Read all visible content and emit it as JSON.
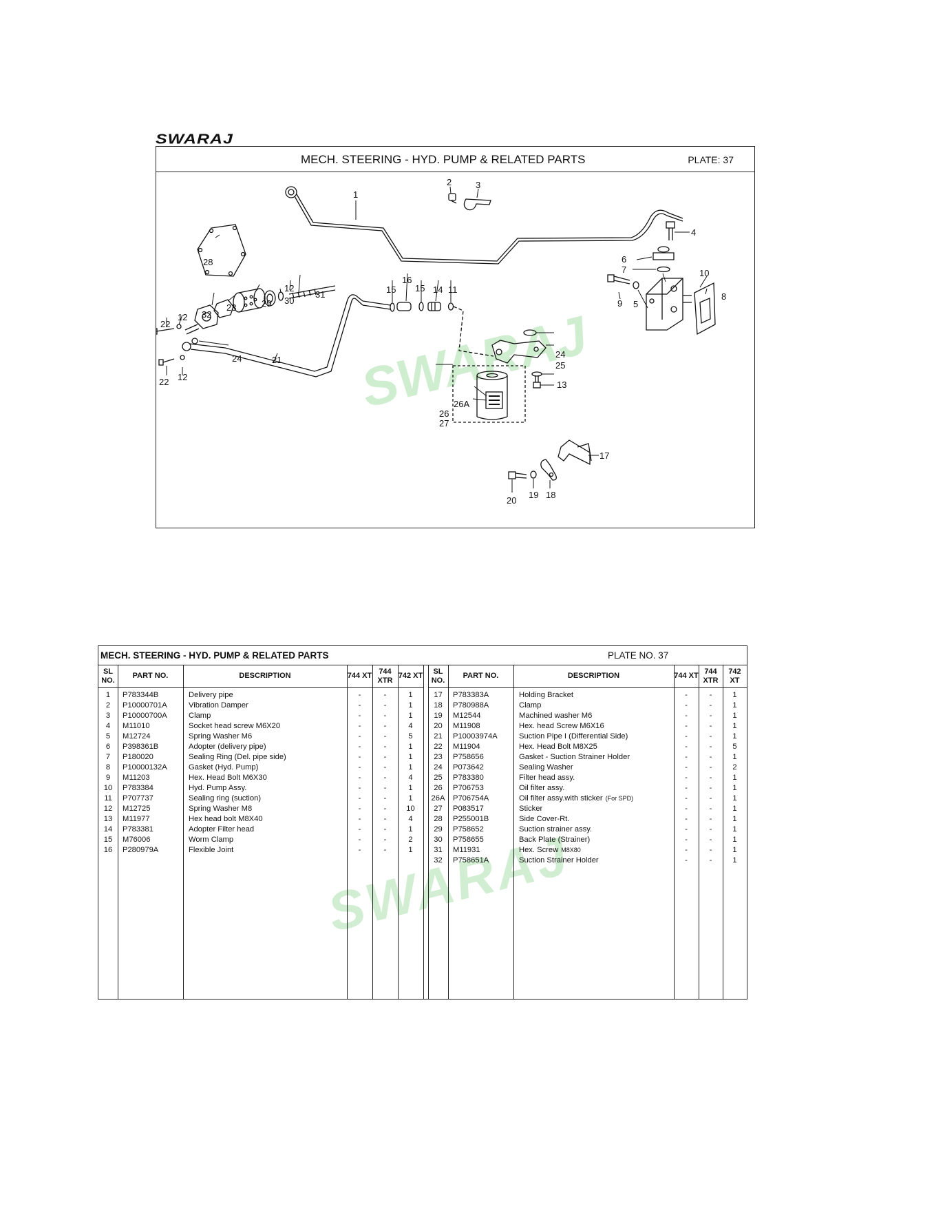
{
  "brand": "SWARAJ",
  "plate": {
    "title": "MECH. STEERING - HYD. PUMP & RELATED PARTS",
    "plate_label": "PLATE: 37"
  },
  "diagram_callouts": [
    "1",
    "2",
    "3",
    "4",
    "5",
    "6",
    "7",
    "8",
    "9",
    "10",
    "11",
    "12",
    "12",
    "12",
    "13",
    "14",
    "15",
    "15",
    "16",
    "17",
    "18",
    "19",
    "20",
    "21",
    "22",
    "22",
    "23",
    "24",
    "24",
    "25",
    "26A",
    "26",
    "27",
    "28",
    "29",
    "30",
    "31",
    "32"
  ],
  "table": {
    "title": "MECH. STEERING - HYD. PUMP & RELATED PARTS",
    "plate_no": "PLATE NO. 37",
    "headers": {
      "sl": "SL NO.",
      "part": "PART NO.",
      "desc": "DESCRIPTION",
      "m1": "744 XT",
      "m2": "744 XTR",
      "m3": "742 XT"
    },
    "left_rows": [
      {
        "sl": "1",
        "part": "P783344B",
        "desc": "Delivery pipe",
        "m1": "-",
        "m2": "-",
        "m3": "1"
      },
      {
        "sl": "2",
        "part": "P10000701A",
        "desc": "Vibration Damper",
        "m1": "-",
        "m2": "-",
        "m3": "1"
      },
      {
        "sl": "3",
        "part": "P10000700A",
        "desc": "Clamp",
        "m1": "-",
        "m2": "-",
        "m3": "1"
      },
      {
        "sl": "4",
        "part": "M11010",
        "desc": "Socket head screw M6X20",
        "m1": "-",
        "m2": "-",
        "m3": "4"
      },
      {
        "sl": "5",
        "part": "M12724",
        "desc": "Spring Washer M6",
        "m1": "-",
        "m2": "-",
        "m3": "5"
      },
      {
        "sl": "6",
        "part": "P398361B",
        "desc": "Adopter (delivery pipe)",
        "m1": "-",
        "m2": "-",
        "m3": "1"
      },
      {
        "sl": "7",
        "part": "P180020",
        "desc": "Sealing Ring (Del. pipe side)",
        "m1": "-",
        "m2": "-",
        "m3": "1"
      },
      {
        "sl": "8",
        "part": "P10000132A",
        "desc": "Gasket (Hyd. Pump)",
        "m1": "-",
        "m2": "-",
        "m3": "1"
      },
      {
        "sl": "9",
        "part": "M11203",
        "desc": "Hex. Head Bolt M6X30",
        "m1": "-",
        "m2": "-",
        "m3": "4"
      },
      {
        "sl": "10",
        "part": "P783384",
        "desc": "Hyd. Pump Assy.",
        "m1": "-",
        "m2": "-",
        "m3": "1"
      },
      {
        "sl": "11",
        "part": "P707737",
        "desc": "Sealing ring (suction)",
        "m1": "-",
        "m2": "-",
        "m3": "1"
      },
      {
        "sl": "12",
        "part": "M12725",
        "desc": "Spring Washer M8",
        "m1": "-",
        "m2": "-",
        "m3": "10"
      },
      {
        "sl": "13",
        "part": "M11977",
        "desc": "Hex head bolt M8X40",
        "m1": "-",
        "m2": "-",
        "m3": "4"
      },
      {
        "sl": "14",
        "part": "P783381",
        "desc": "Adopter Filter head",
        "m1": "-",
        "m2": "-",
        "m3": "1"
      },
      {
        "sl": "15",
        "part": "M76006",
        "desc": "Worm Clamp",
        "m1": "-",
        "m2": "-",
        "m3": "2"
      },
      {
        "sl": "16",
        "part": "P280979A",
        "desc": "Flexible Joint",
        "m1": "-",
        "m2": "-",
        "m3": "1"
      }
    ],
    "right_rows": [
      {
        "sl": "17",
        "part": "P783383A",
        "desc": "Holding Bracket",
        "note": "",
        "m1": "-",
        "m2": "-",
        "m3": "1"
      },
      {
        "sl": "18",
        "part": "P780988A",
        "desc": "Clamp",
        "note": "",
        "m1": "-",
        "m2": "-",
        "m3": "1"
      },
      {
        "sl": "19",
        "part": "M12544",
        "desc": "Machined washer M6",
        "note": "",
        "m1": "-",
        "m2": "-",
        "m3": "1"
      },
      {
        "sl": "20",
        "part": "M11908",
        "desc": "Hex. head Screw M6X16",
        "note": "",
        "m1": "-",
        "m2": "-",
        "m3": "1"
      },
      {
        "sl": "21",
        "part": "P10003974A",
        "desc": "Suction Pipe I (Differential Side)",
        "note": "",
        "m1": "-",
        "m2": "-",
        "m3": "1"
      },
      {
        "sl": "22",
        "part": "M11904",
        "desc": "Hex. Head Bolt M8X25",
        "note": "",
        "m1": "-",
        "m2": "-",
        "m3": "5"
      },
      {
        "sl": "23",
        "part": "P758656",
        "desc": "Gasket - Suction Strainer Holder",
        "note": "",
        "m1": "-",
        "m2": "-",
        "m3": "1"
      },
      {
        "sl": "24",
        "part": "P073642",
        "desc": "Sealing Washer",
        "note": "",
        "m1": "-",
        "m2": "-",
        "m3": "2"
      },
      {
        "sl": "25",
        "part": "P783380",
        "desc": "Filter head assy.",
        "note": "",
        "m1": "-",
        "m2": "-",
        "m3": "1"
      },
      {
        "sl": "26",
        "part": "P706753",
        "desc": "Oil filter assy.",
        "note": "",
        "m1": "-",
        "m2": "-",
        "m3": "1"
      },
      {
        "sl": "26A",
        "part": "P706754A",
        "desc": "Oil filter assy.with sticker",
        "note": "(For SPD)",
        "m1": "-",
        "m2": "-",
        "m3": "1"
      },
      {
        "sl": "27",
        "part": "P083517",
        "desc": "Sticker",
        "note": "",
        "m1": "-",
        "m2": "-",
        "m3": "1"
      },
      {
        "sl": "28",
        "part": "P255001B",
        "desc": "Side Cover-Rt.",
        "note": "",
        "m1": "-",
        "m2": "-",
        "m3": "1"
      },
      {
        "sl": "29",
        "part": "P758652",
        "desc": "Suction strainer assy.",
        "note": "",
        "m1": "-",
        "m2": "-",
        "m3": "1"
      },
      {
        "sl": "30",
        "part": "P758655",
        "desc": "Back Plate (Strainer)",
        "note": "",
        "m1": "-",
        "m2": "-",
        "m3": "1"
      },
      {
        "sl": "31",
        "part": "M11931",
        "desc": "Hex. Screw",
        "note": "M8X80",
        "m1": "-",
        "m2": "-",
        "m3": "1"
      },
      {
        "sl": "32",
        "part": "P758651A",
        "desc": "Suction Strainer Holder",
        "note": "",
        "m1": "-",
        "m2": "-",
        "m3": "1"
      }
    ]
  }
}
